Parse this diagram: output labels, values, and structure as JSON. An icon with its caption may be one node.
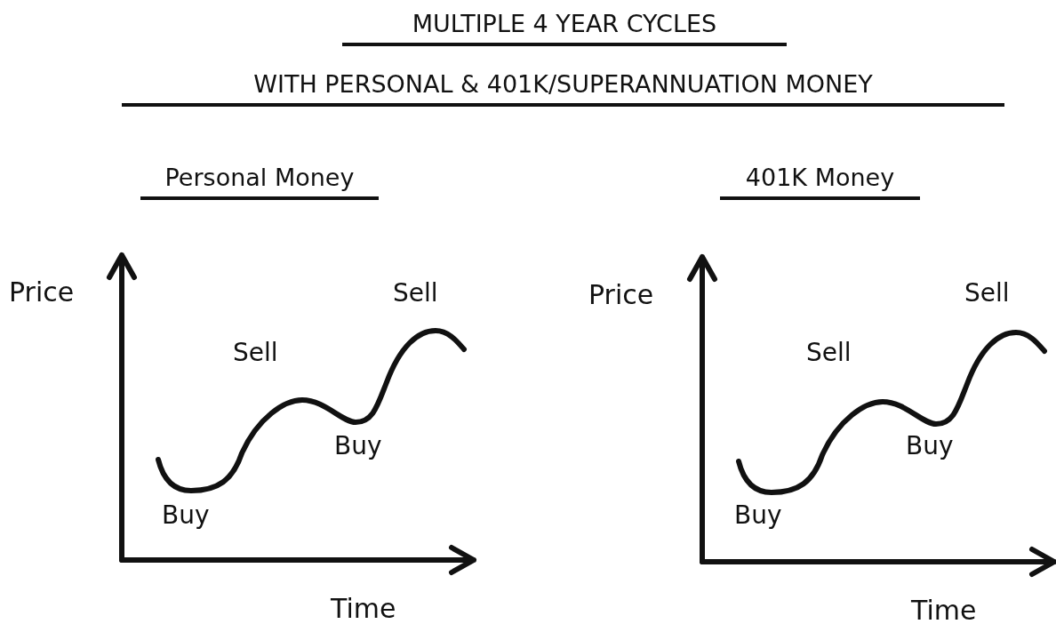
{
  "diagram": {
    "labels": [
      "MULTIPLE 4 YEAR CYCLES",
      "WITH PERSONAL & 401K/SUPERANNUATION MONEY",
      "Personal Money",
      "401K Money",
      "Price",
      "Sell",
      "Sell",
      "Buy",
      "Buy",
      "Time",
      "Price",
      "Sell",
      "Sell",
      "Buy",
      "Buy",
      "Time"
    ]
  }
}
